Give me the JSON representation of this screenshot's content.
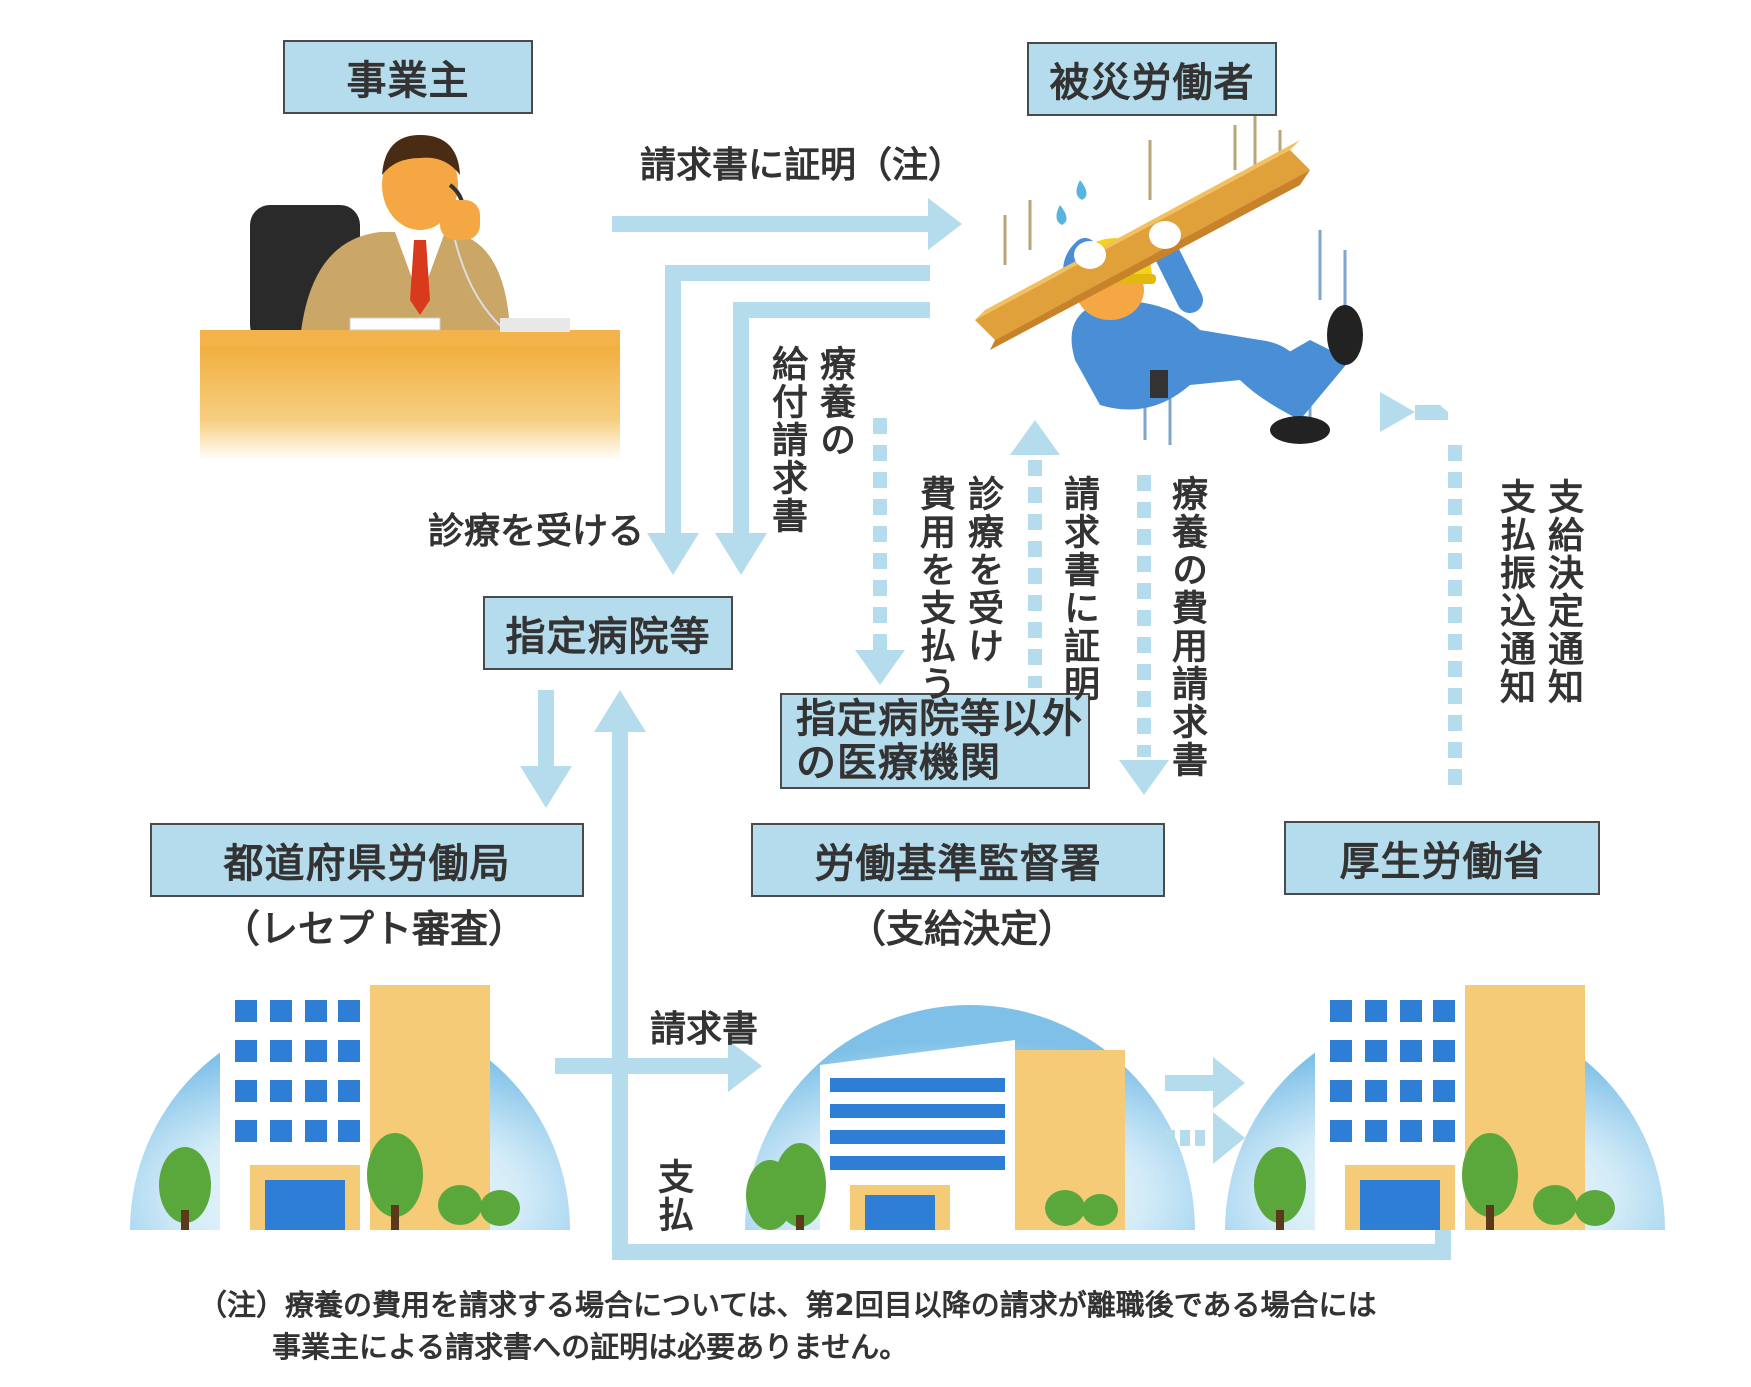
{
  "boxes": {
    "employer": "事業主",
    "worker": "被災労働者",
    "hospital": "指定病院等",
    "other_medical_line1": "指定病院等以外",
    "other_medical_line2": "の医療機関",
    "prefectural_bureau": "都道府県労働局",
    "inspection_office": "労働基準監督署",
    "ministry": "厚生労働省"
  },
  "sublabels": {
    "prefectural_bureau": "（レセプト審査）",
    "inspection_office": "（支給決定）"
  },
  "arrows": {
    "certify_claim_note": "請求書に証明（注）",
    "receive_treatment": "診療を受ける",
    "medical_benefit_claim_line1": "療養の",
    "medical_benefit_claim_line2": "給付請求書",
    "pay_cost_line1": "診療を受け",
    "pay_cost_line2": "費用を支払う",
    "certify_claim": "請求書に証明",
    "medical_cost_claim": "療養の費用請求書",
    "payment_notice_line1": "支給決定通知",
    "payment_notice_line2": "支払振込通知",
    "claim": "請求書",
    "payment": "支払"
  },
  "footnote": {
    "line1": "（注）療養の費用を請求する場合については、第2回目以降の請求が離職後である場合には",
    "line2": "事業主による請求書への証明は必要ありません。"
  },
  "colors": {
    "arrow": "#b5dced",
    "box_fill": "#b5dced",
    "building_sky": "#7ec0e8",
    "building_wall": "#f6cb78",
    "tree": "#5aa83c"
  },
  "icons": {
    "employer_illustration": "businessman-at-desk-on-phone",
    "worker_illustration": "worker-falling-with-beam",
    "building_illustration": "office-building"
  }
}
